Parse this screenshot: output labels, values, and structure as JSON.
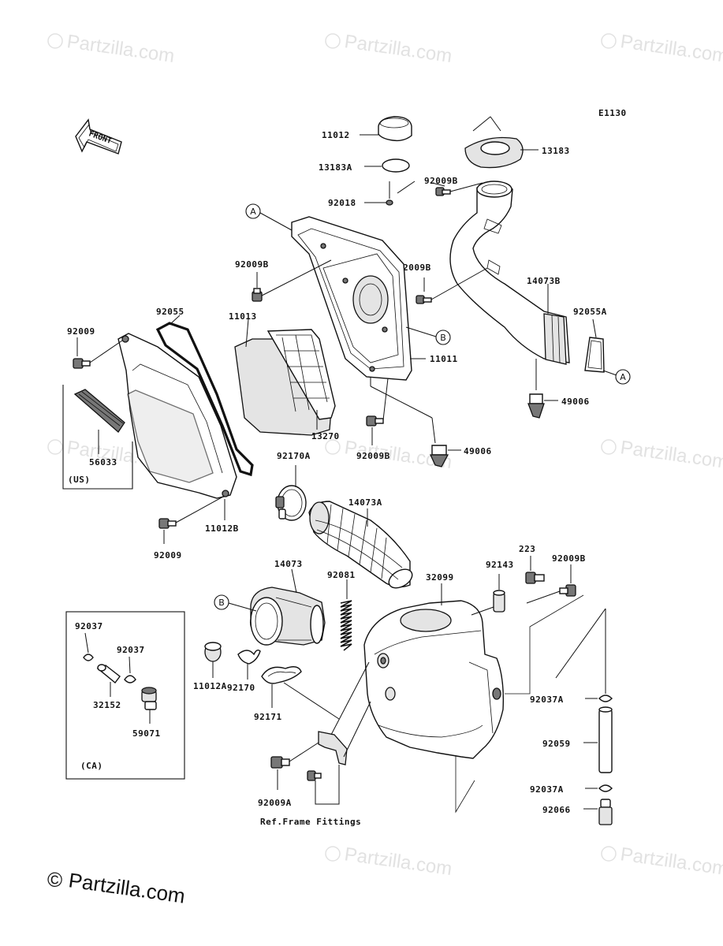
{
  "diagram_code": "E1130",
  "front_label": "FRONT",
  "watermark": "Partzilla.com",
  "copyright_symbol": "©",
  "brand": "Partzilla.com",
  "boxes": {
    "us": "(US)",
    "ca": "(CA)"
  },
  "ref_callouts": {
    "a": "A",
    "b": "B"
  },
  "frame_note": "Ref.Frame Fittings",
  "parts": {
    "p11012": "11012",
    "p13183": "13183",
    "p13183A": "13183A",
    "p92018": "92018",
    "p92009B_top": "92009B",
    "p92009B_left": "92009B",
    "p92009B_mid": "92009B",
    "p14073B": "14073B",
    "p92055A": "92055A",
    "p92055": "92055",
    "p11013": "11013",
    "p92009_top": "92009",
    "p11011": "11011",
    "p49006_a": "49006",
    "p49006_b": "49006",
    "p13270": "13270",
    "p92009B_low": "92009B",
    "p56033": "56033",
    "p92170A": "92170A",
    "p11012B": "11012B",
    "p14073A": "14073A",
    "p92009_low": "92009",
    "p14073": "14073",
    "p92081": "92081",
    "p32099": "32099",
    "p92143": "92143",
    "p223": "223",
    "p92009B_right": "92009B",
    "p92037_a": "92037",
    "p92037_b": "92037",
    "p32152": "32152",
    "p59071": "59071",
    "p11012A": "11012A",
    "p92170": "92170",
    "p92171": "92171",
    "p92037A_a": "92037A",
    "p92059": "92059",
    "p92037A_b": "92037A",
    "p92066": "92066",
    "p92009A": "92009A"
  }
}
